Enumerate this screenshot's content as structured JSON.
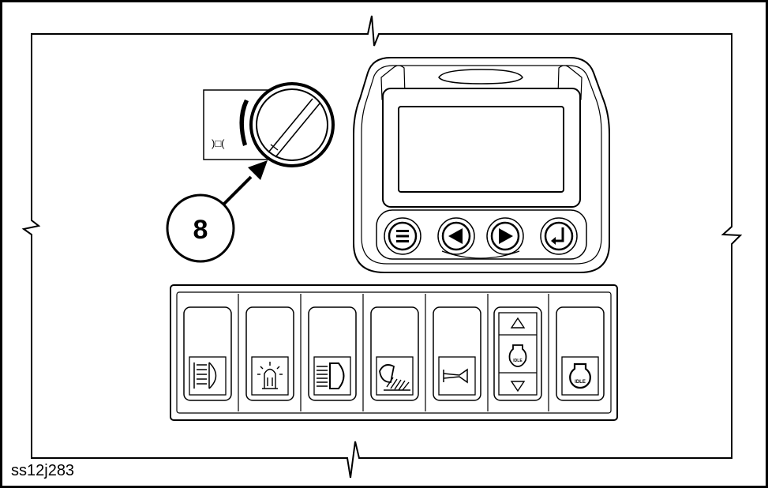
{
  "figure": {
    "id_label": "ss12j283"
  },
  "callout": {
    "number": "8"
  },
  "rotary_switch": {
    "symbol_text": ")□("
  },
  "switch_panel": {
    "switches": [
      {
        "icon": "work-light-icon"
      },
      {
        "icon": "beacon-light-icon"
      },
      {
        "icon": "drive-light-icon"
      },
      {
        "icon": "low-beam-light-icon"
      },
      {
        "icon": "horn-icon"
      },
      {
        "icon": "engine-speed-rocker-icon",
        "center_label": "IDLE"
      },
      {
        "icon": "auto-idle-icon",
        "center_label": "IDLE"
      }
    ]
  },
  "monitor": {
    "buttons": [
      {
        "icon": "menu-icon"
      },
      {
        "icon": "arrow-left-icon"
      },
      {
        "icon": "arrow-right-icon"
      },
      {
        "icon": "enter-icon"
      }
    ]
  }
}
